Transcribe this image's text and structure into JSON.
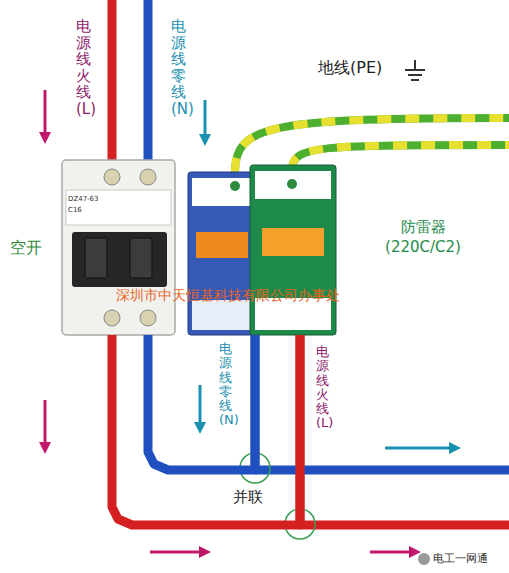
{
  "diagram": {
    "nodes": [
      {
        "text": [
          "空开"
        ]
      },
      {
        "text": [
          "防雷器 (220C/C2)"
        ]
      }
    ],
    "edges": [
      {
        "from": 0,
        "to": 1,
        "arrow": "none"
      },
      {
        "from": 0,
        "to": 1,
        "arrow": "none"
      }
    ],
    "labels": [
      "电源线火线(L)",
      "电源线零线(N)",
      "地线(PE)",
      "深圳市中天恒基科技有限公司办事处",
      "电源线零线(N)",
      "电源线火线(L)",
      "并联",
      "电工一网通",
      "DZ47-63",
      "C16"
    ]
  }
}
